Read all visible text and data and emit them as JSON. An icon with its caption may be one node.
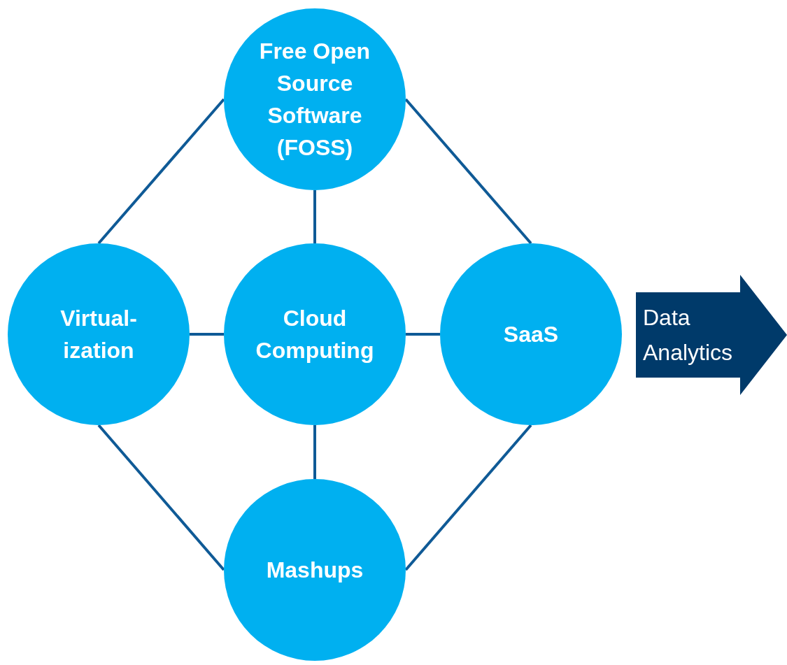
{
  "diagram": {
    "nodes": [
      {
        "text": [
          "Free Open Source Software (FOSS)"
        ]
      },
      {
        "text": [
          "Virtual- ization"
        ]
      },
      {
        "text": [
          "Cloud Computing"
        ]
      },
      {
        "text": [
          "SaaS"
        ]
      },
      {
        "text": [
          "Mashups"
        ]
      },
      {
        "text": [
          "Data Analytics"
        ]
      }
    ],
    "edges": [
      {
        "from": 0,
        "to": 1,
        "arrow": "none"
      },
      {
        "from": 0,
        "to": 3,
        "arrow": "none"
      },
      {
        "from": 0,
        "to": 2,
        "arrow": "none"
      },
      {
        "from": 1,
        "to": 2,
        "arrow": "none"
      },
      {
        "from": 2,
        "to": 3,
        "arrow": "none"
      },
      {
        "from": 2,
        "to": 4,
        "arrow": "none"
      },
      {
        "from": 1,
        "to": 4,
        "arrow": "none"
      },
      {
        "from": 3,
        "to": 4,
        "arrow": "none"
      }
    ]
  }
}
